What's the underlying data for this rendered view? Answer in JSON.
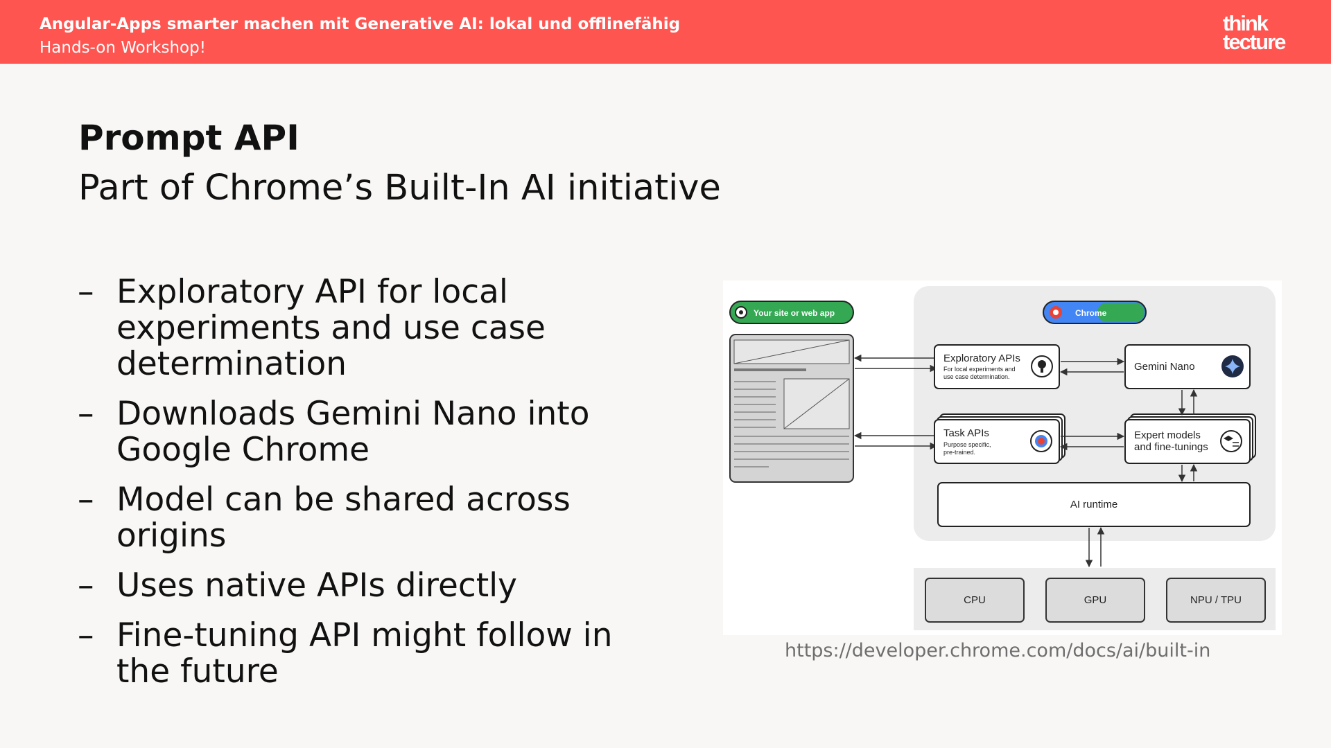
{
  "header": {
    "title": "Angular-Apps smarter machen mit Generative AI: lokal und offlinefähig",
    "subtitle": "Hands-on Workshop!",
    "logo_line1": "think",
    "logo_line2": "tecture"
  },
  "slide": {
    "title": "Prompt API",
    "subtitle": "Part of Chrome’s Built-In AI initiative",
    "bullets": [
      "Exploratory API for local experiments and use case determination",
      "Downloads Gemini Nano into Google Chrome",
      "Model can be shared across origins",
      "Uses native APIs directly",
      "Fine-tuning API might follow in the future"
    ],
    "bullet_marker": "–"
  },
  "diagram": {
    "site_pill": "Your site or web app",
    "chrome_pill": "Chrome",
    "exploratory_title": "Exploratory APIs",
    "exploratory_desc1": "For local experiments and",
    "exploratory_desc2": "use case determination.",
    "gemini_nano": "Gemini Nano",
    "task_title": "Task APIs",
    "task_desc1": "Purpose specific,",
    "task_desc2": "pre-trained.",
    "expert_line1": "Expert models",
    "expert_line2": "and fine-tunings",
    "ai_runtime": "AI runtime",
    "cpu": "CPU",
    "gpu": "GPU",
    "npu": "NPU / TPU",
    "colors": {
      "green_pill": "#34a853",
      "blue_pill": "#4285f4",
      "chrome_panel": "#ececec"
    }
  },
  "caption": "https://developer.chrome.com/docs/ai/built-in"
}
